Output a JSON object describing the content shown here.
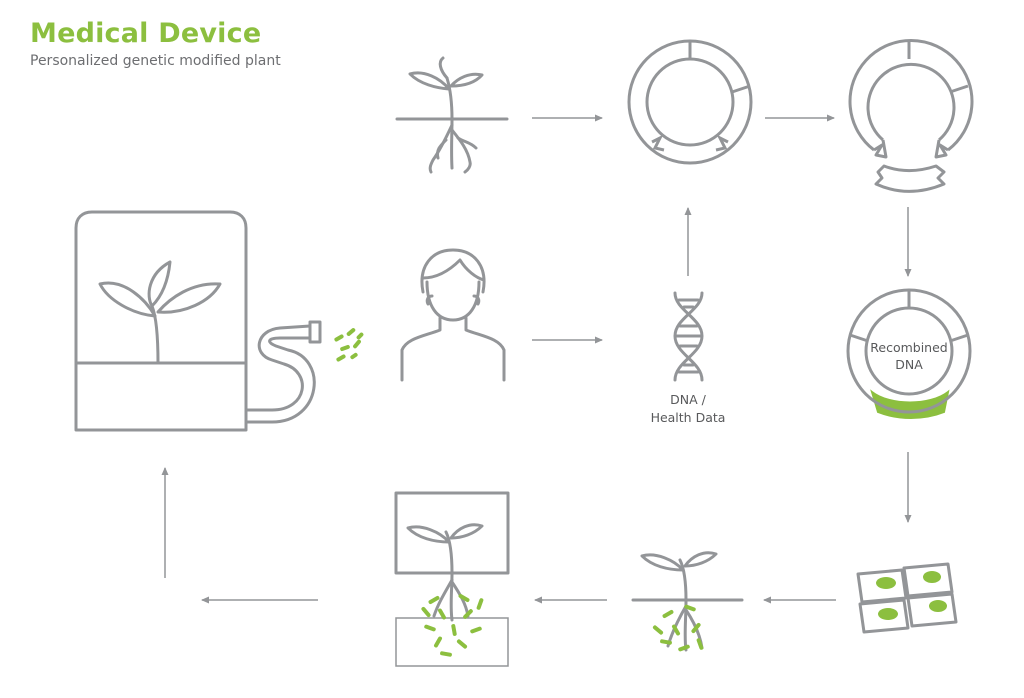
{
  "header": {
    "title": "Medical Device",
    "subtitle": "Personalized genetic modified plant"
  },
  "labels": {
    "dna_line1": "DNA /",
    "dna_line2": "Health Data",
    "recombined_line1": "Recombined",
    "recombined_line2": "DNA"
  },
  "icons": [
    "seedling-roots-icon",
    "plasmid-ring-icon",
    "cut-plasmid-icon",
    "person-icon",
    "dna-helix-icon",
    "recombined-plasmid-icon",
    "plant-cells-icon",
    "infected-seedling-icon",
    "potted-plant-box-icon",
    "medical-device-icon"
  ],
  "colors": {
    "accent": "#8cbf3f",
    "line": "#939598",
    "text": "#58595b"
  }
}
